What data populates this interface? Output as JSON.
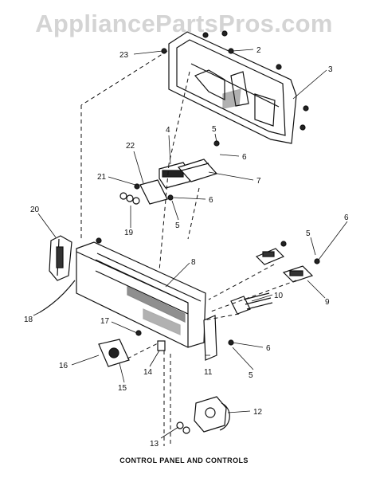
{
  "watermark": "AppliancePartsPros.com",
  "caption": "CONTROL PANEL AND CONTROLS",
  "callouts": [
    "23",
    "2",
    "3",
    "4",
    "22",
    "5",
    "6",
    "7",
    "21",
    "6",
    "19",
    "5",
    "20",
    "6",
    "5",
    "8",
    "9",
    "18",
    "10",
    "17",
    "6",
    "16",
    "14",
    "11",
    "5",
    "15",
    "12",
    "13"
  ]
}
